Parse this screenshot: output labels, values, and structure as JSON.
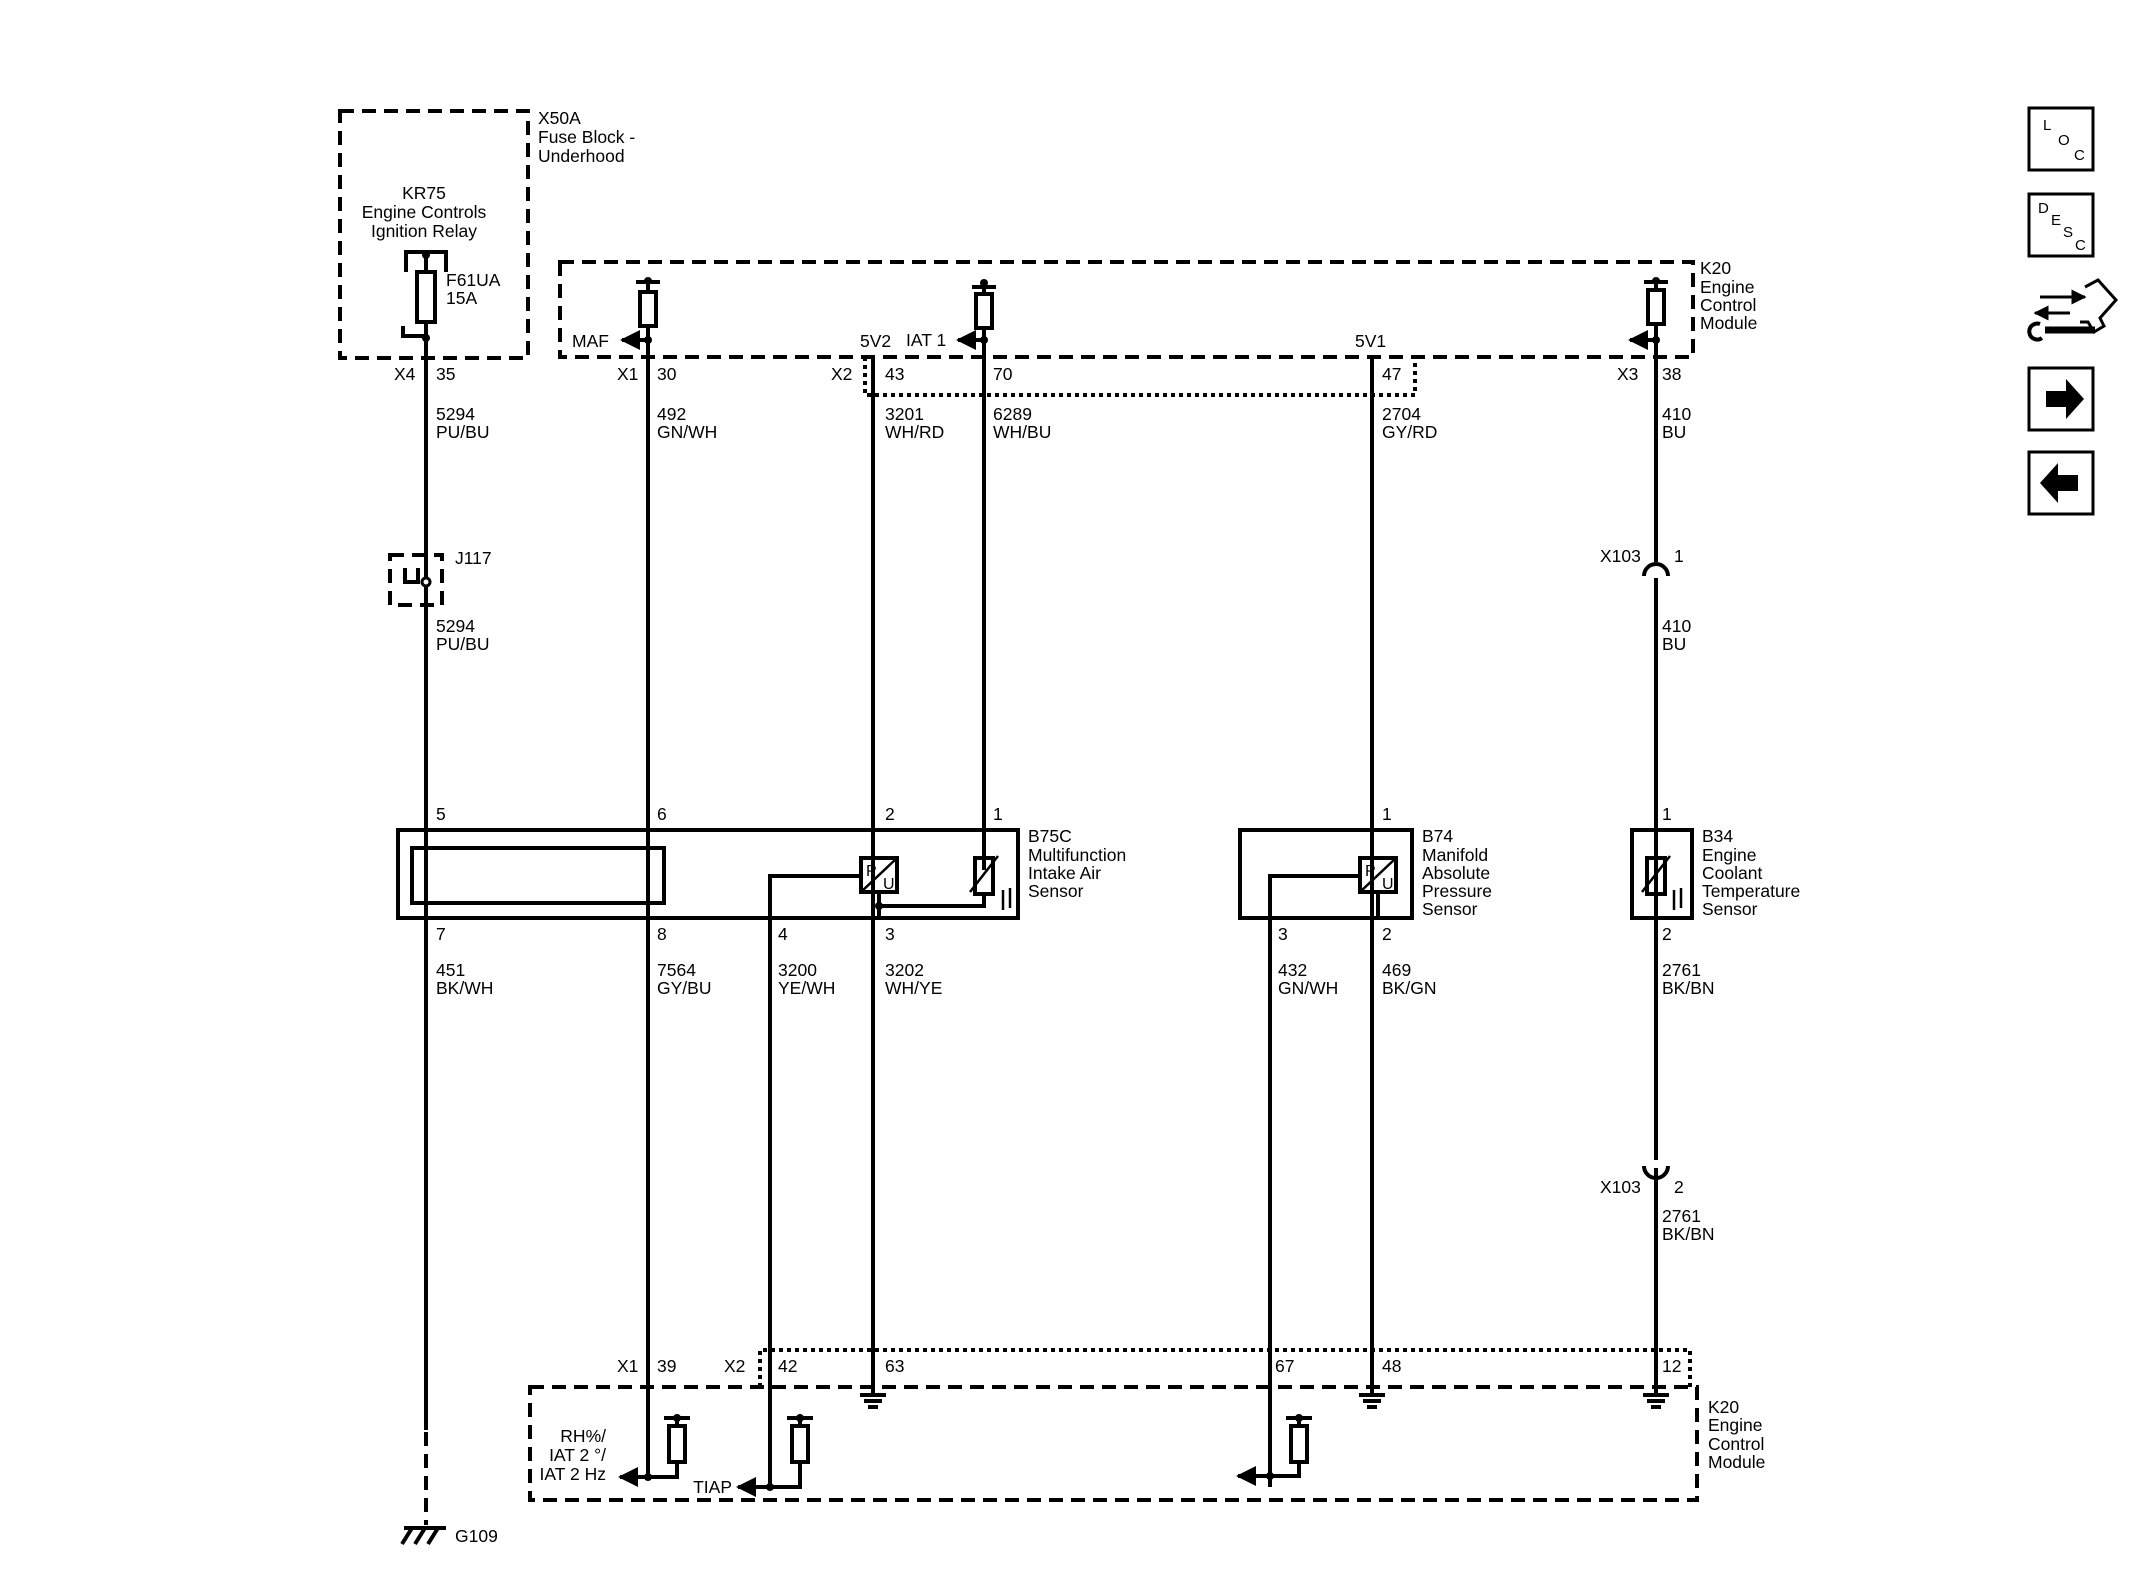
{
  "blocks": {
    "fuse_block": {
      "id": "X50A",
      "name_lines": [
        "Fuse Block -",
        "Underhood"
      ]
    },
    "relay": {
      "lines": [
        "KR75",
        "Engine Controls",
        "Ignition Relay"
      ]
    },
    "fuse": {
      "lines": [
        "F61UA",
        "15A"
      ]
    },
    "ecm_top": {
      "lines": [
        "K20",
        "Engine",
        "Control",
        "Module"
      ]
    },
    "ecm_bottom": {
      "lines": [
        "K20",
        "Engine",
        "Control",
        "Module"
      ]
    },
    "maf_sensor": {
      "lines": [
        "B75C",
        "Multifunction",
        "Intake Air",
        "Sensor"
      ]
    },
    "map_sensor": {
      "lines": [
        "B74",
        "Manifold",
        "Absolute",
        "Pressure",
        "Sensor"
      ]
    },
    "ect_sensor": {
      "lines": [
        "B34",
        "Engine",
        "Coolant",
        "Temperature",
        "Sensor"
      ]
    },
    "ground": "G109",
    "splice": "J117"
  },
  "signals": {
    "maf": "MAF",
    "iat1": "IAT 1",
    "v5v2": "5V2",
    "v5v1": "5V1",
    "rh_lines": [
      "RH%/",
      "IAT 2 °/",
      "IAT 2 Hz"
    ],
    "tiap": "TIAP"
  },
  "connectors": {
    "x4": "X4",
    "x1_top": "X1",
    "x2_top": "X2",
    "x3": "X3",
    "x1_bottom": "X1",
    "x2_bottom": "X2",
    "x103_a": "X103",
    "x103_b": "X103"
  },
  "pins": {
    "top": {
      "x4": "35",
      "x1": "30",
      "x2a": "43",
      "x2b": "70",
      "x2c": "47",
      "x3": "38"
    },
    "x103_a": "1",
    "x103_b": "2",
    "maf_sensor_top": [
      "5",
      "6",
      "2",
      "1"
    ],
    "maf_sensor_bottom": [
      "7",
      "8",
      "4",
      "3"
    ],
    "map_sensor_top": "1",
    "map_sensor_bottom": [
      "3",
      "2"
    ],
    "ect_sensor_top": "1",
    "ect_sensor_bottom": "2",
    "bottom": {
      "x1": "39",
      "x2a": "42",
      "x2b": "63",
      "x2c": "67",
      "x2d": "48",
      "x2e": "12"
    }
  },
  "wires": {
    "w5294_top": [
      "5294",
      "PU/BU"
    ],
    "w5294_mid": [
      "5294",
      "PU/BU"
    ],
    "w492": [
      "492",
      "GN/WH"
    ],
    "w3201": [
      "3201",
      "WH/RD"
    ],
    "w6289": [
      "6289",
      "WH/BU"
    ],
    "w2704": [
      "2704",
      "GY/RD"
    ],
    "w410_top": [
      "410",
      "BU"
    ],
    "w410_mid": [
      "410",
      "BU"
    ],
    "w451": [
      "451",
      "BK/WH"
    ],
    "w7564": [
      "7564",
      "GY/BU"
    ],
    "w3200": [
      "3200",
      "YE/WH"
    ],
    "w3202": [
      "3202",
      "WH/YE"
    ],
    "w432": [
      "432",
      "GN/WH"
    ],
    "w469": [
      "469",
      "BK/GN"
    ],
    "w2761_mid": [
      "2761",
      "BK/BN"
    ],
    "w2761_low": [
      "2761",
      "BK/BN"
    ]
  },
  "sensor_glyph": {
    "p": "P",
    "u": "U"
  },
  "nav": {
    "loc": [
      "L",
      "O",
      "C"
    ],
    "desc": [
      "D",
      "E",
      "S",
      "C"
    ],
    "next": "→",
    "prev": "←"
  }
}
